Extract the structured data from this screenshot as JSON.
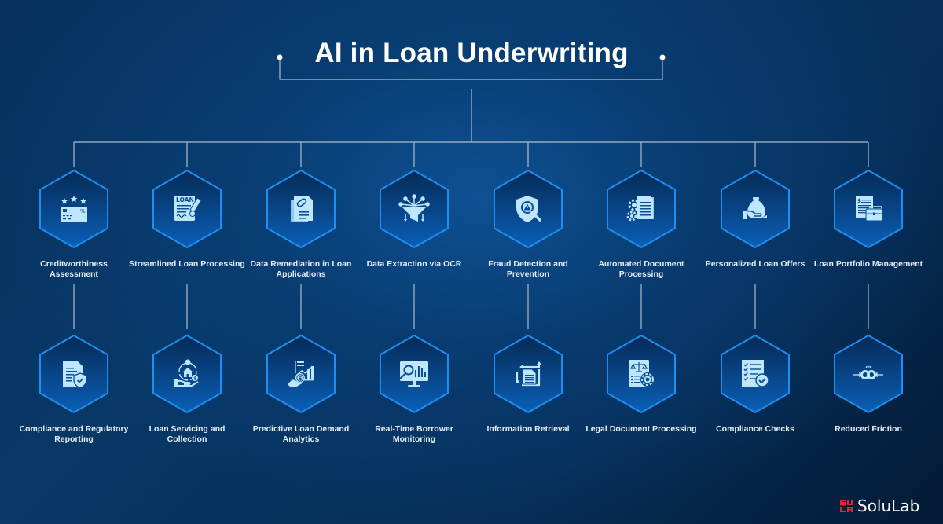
{
  "title": "AI in Loan Underwriting",
  "colors": {
    "background_dark": "#041a35",
    "background_mid": "#073866",
    "hex_fill_top": "#052a55",
    "hex_fill_bottom": "#0b5fb8",
    "hex_border": "#1e8ff0",
    "icon_color": "#bfe6ff",
    "connector_line": "#c9d3df",
    "brand_red": "#d32f2f"
  },
  "top_row": [
    {
      "label": "Creditworthiness Assessment",
      "icon": "credit-card-stars-icon"
    },
    {
      "label": "Streamlined Loan Processing",
      "icon": "loan-document-pen-icon"
    },
    {
      "label": "Data Remediation in Loan Applications",
      "icon": "document-pill-icon"
    },
    {
      "label": "Data Extraction via OCR",
      "icon": "data-funnel-icon"
    },
    {
      "label": "Fraud Detection and Prevention",
      "icon": "shield-search-warning-icon"
    },
    {
      "label": "Automated Document Processing",
      "icon": "document-gears-icon"
    },
    {
      "label": "Personalized Loan Offers",
      "icon": "money-bag-hand-icon"
    },
    {
      "label": "Loan Portfolio Management",
      "icon": "document-briefcase-icon"
    }
  ],
  "bottom_row": [
    {
      "label": "Compliance and Regulatory Reporting",
      "icon": "document-shield-check-icon"
    },
    {
      "label": "Loan Servicing and Collection",
      "icon": "hand-house-cycle-icon"
    },
    {
      "label": "Predictive Loan Demand Analytics",
      "icon": "hand-coin-chart-icon"
    },
    {
      "label": "Real-Time Borrower Monitoring",
      "icon": "monitor-search-chart-icon"
    },
    {
      "label": "Information Retrieval",
      "icon": "document-arrows-icon"
    },
    {
      "label": "Legal Document Processing",
      "icon": "legal-scale-document-gear-icon"
    },
    {
      "label": "Compliance Checks",
      "icon": "checklist-check-icon"
    },
    {
      "label": "Reduced Friction",
      "icon": "infinity-arrows-icon"
    }
  ],
  "brand": {
    "name": "SoluLab"
  }
}
